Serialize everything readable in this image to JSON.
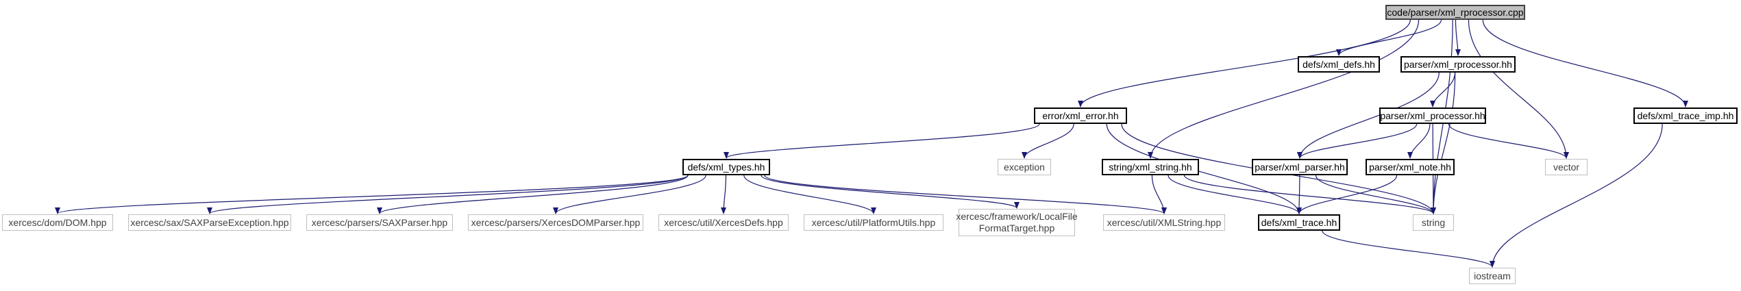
{
  "diagram": {
    "edge_color": "#191970",
    "nodes": {
      "root": {
        "label": "code/parser/xml_rprocessor.cpp"
      },
      "defs_xml_defs": {
        "label": "defs/xml_defs.hh"
      },
      "parser_xml_rprocessor": {
        "label": "parser/xml_rprocessor.hh"
      },
      "defs_xml_trace_imp": {
        "label": "defs/xml_trace_imp.hh"
      },
      "error_xml_error": {
        "label": "error/xml_error.hh"
      },
      "parser_xml_processor": {
        "label": "parser/xml_processor.hh"
      },
      "defs_xml_types": {
        "label": "defs/xml_types.hh"
      },
      "exception": {
        "label": "exception"
      },
      "string_xml_string": {
        "label": "string/xml_string.hh"
      },
      "parser_xml_parser": {
        "label": "parser/xml_parser.hh"
      },
      "parser_xml_note": {
        "label": "parser/xml_note.hh"
      },
      "vector": {
        "label": "vector"
      },
      "dom": {
        "label": "xercesc/dom/DOM.hpp"
      },
      "saxparseexception": {
        "label": "xercesc/sax/SAXParseException.hpp"
      },
      "saxparser": {
        "label": "xercesc/parsers/SAXParser.hpp"
      },
      "xercesdomparser": {
        "label": "xercesc/parsers/XercesDOMParser.hpp"
      },
      "xercesdefs": {
        "label": "xercesc/util/XercesDefs.hpp"
      },
      "platformutils": {
        "label": "xercesc/util/PlatformUtils.hpp"
      },
      "localfileformattarget": {
        "label": "xercesc/framework/LocalFile FormatTarget.hpp"
      },
      "xmlstring": {
        "label": "xercesc/util/XMLString.hpp"
      },
      "defs_xml_trace": {
        "label": "defs/xml_trace.hh"
      },
      "string": {
        "label": "string"
      },
      "iostream": {
        "label": "iostream"
      }
    },
    "edges": [
      [
        "root",
        "defs_xml_defs"
      ],
      [
        "root",
        "parser_xml_rprocessor"
      ],
      [
        "root",
        "defs_xml_trace_imp"
      ],
      [
        "root",
        "error_xml_error"
      ],
      [
        "root",
        "string_xml_string"
      ],
      [
        "root",
        "vector"
      ],
      [
        "root",
        "string"
      ],
      [
        "parser_xml_rprocessor",
        "parser_xml_processor"
      ],
      [
        "parser_xml_rprocessor",
        "parser_xml_parser"
      ],
      [
        "parser_xml_rprocessor",
        "string"
      ],
      [
        "parser_xml_processor",
        "parser_xml_parser"
      ],
      [
        "parser_xml_processor",
        "parser_xml_note"
      ],
      [
        "parser_xml_processor",
        "vector"
      ],
      [
        "parser_xml_processor",
        "string"
      ],
      [
        "error_xml_error",
        "defs_xml_types"
      ],
      [
        "error_xml_error",
        "exception"
      ],
      [
        "error_xml_error",
        "defs_xml_trace"
      ],
      [
        "error_xml_error",
        "string"
      ],
      [
        "defs_xml_types",
        "dom"
      ],
      [
        "defs_xml_types",
        "saxparseexception"
      ],
      [
        "defs_xml_types",
        "saxparser"
      ],
      [
        "defs_xml_types",
        "xercesdomparser"
      ],
      [
        "defs_xml_types",
        "xercesdefs"
      ],
      [
        "defs_xml_types",
        "platformutils"
      ],
      [
        "defs_xml_types",
        "localfileformattarget"
      ],
      [
        "defs_xml_types",
        "xmlstring"
      ],
      [
        "string_xml_string",
        "xmlstring"
      ],
      [
        "string_xml_string",
        "defs_xml_trace"
      ],
      [
        "string_xml_string",
        "string"
      ],
      [
        "parser_xml_parser",
        "defs_xml_trace"
      ],
      [
        "parser_xml_parser",
        "string"
      ],
      [
        "parser_xml_note",
        "defs_xml_trace"
      ],
      [
        "defs_xml_trace",
        "iostream"
      ],
      [
        "defs_xml_trace_imp",
        "iostream"
      ]
    ]
  }
}
